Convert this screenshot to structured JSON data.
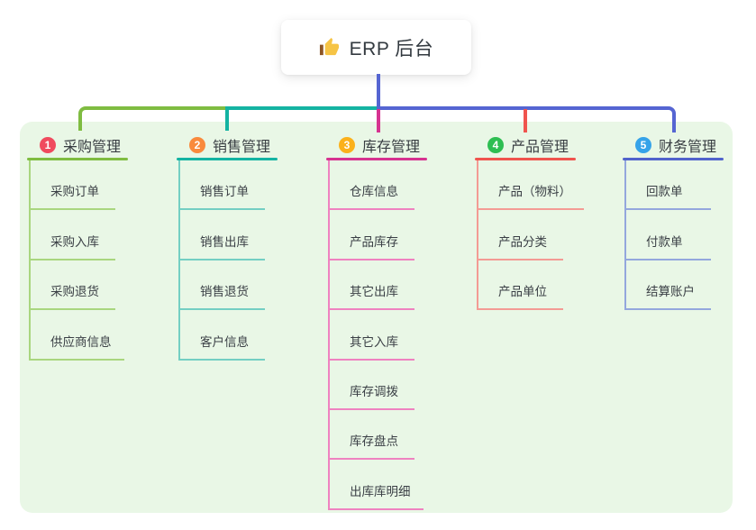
{
  "root_node": {
    "icon": "thumbs-up-icon",
    "title": "ERP 后台"
  },
  "theme": {
    "canvas_bg": "#FFFFFF",
    "panel_bg": "#E9F7E6",
    "text_color": "#3A3F45",
    "root_connector_color": "#5565D2",
    "root_icon_color": "#F6C445",
    "root_icon_cuff_color": "#8D5524"
  },
  "branches": [
    {
      "badge": "1",
      "label": "采购管理",
      "badge_color": "#F04A5E",
      "line_color": "#7FBC41",
      "child_line_color": "#A9D67F",
      "children": [
        "采购订单",
        "采购入库",
        "采购退货",
        "供应商信息"
      ]
    },
    {
      "badge": "2",
      "label": "销售管理",
      "badge_color": "#F98A3C",
      "line_color": "#14B3A2",
      "child_line_color": "#74CFC3",
      "children": [
        "销售订单",
        "销售出库",
        "销售退货",
        "客户信息"
      ]
    },
    {
      "badge": "3",
      "label": "库存管理",
      "badge_color": "#FBB11B",
      "line_color": "#D63390",
      "child_line_color": "#EF82C0",
      "children": [
        "仓库信息",
        "产品库存",
        "其它出库",
        "其它入库",
        "库存调拨",
        "库存盘点",
        "出库库明细"
      ]
    },
    {
      "badge": "4",
      "label": "产品管理",
      "badge_color": "#2EBE52",
      "line_color": "#F0544E",
      "child_line_color": "#F49B94",
      "children": [
        "产品（物料）",
        "产品分类",
        "产品单位"
      ]
    },
    {
      "badge": "5",
      "label": "财务管理",
      "badge_color": "#36A3E9",
      "line_color": "#5163CC",
      "child_line_color": "#94A7DD",
      "children": [
        "回款单",
        "付款单",
        "结算账户"
      ]
    }
  ]
}
